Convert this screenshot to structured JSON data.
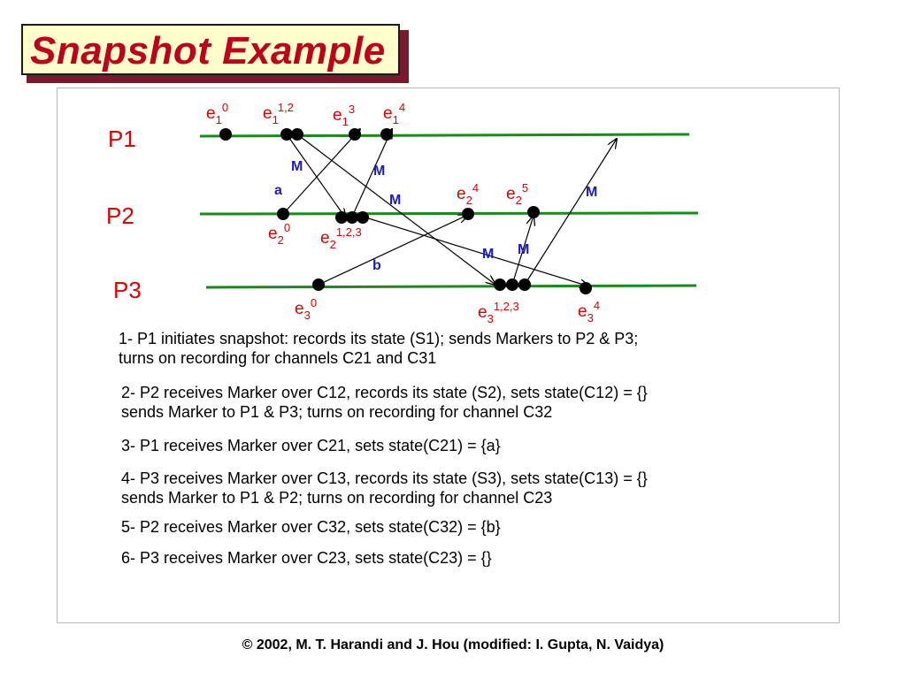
{
  "title": "Snapshot  Example",
  "processes": [
    "P1",
    "P2",
    "P3"
  ],
  "events": {
    "e1_0": {
      "base": "e",
      "sub": "1",
      "sup": "0"
    },
    "e1_12": {
      "base": "e",
      "sub": "1",
      "sup": "1,2"
    },
    "e1_3": {
      "base": "e",
      "sub": "1",
      "sup": "3"
    },
    "e1_4": {
      "base": "e",
      "sub": "1",
      "sup": "4"
    },
    "e2_0": {
      "base": "e",
      "sub": "2",
      "sup": "0"
    },
    "e2_123": {
      "base": "e",
      "sub": "2",
      "sup": "1,2,3"
    },
    "e2_4": {
      "base": "e",
      "sub": "2",
      "sup": "4"
    },
    "e2_5": {
      "base": "e",
      "sub": "2",
      "sup": "5"
    },
    "e3_0": {
      "base": "e",
      "sub": "3",
      "sup": "0"
    },
    "e3_123": {
      "base": "e",
      "sub": "3",
      "sup": "1,2,3"
    },
    "e3_4": {
      "base": "e",
      "sub": "3",
      "sup": "4"
    }
  },
  "message_labels": {
    "marker": "M",
    "a": "a",
    "b": "b"
  },
  "steps": [
    {
      "line1": "1- P1 initiates snapshot: records its state (S1); sends Markers to P2 & P3;",
      "line2": "turns on recording for channels C21 and C31"
    },
    {
      "line1": "2- P2 receives Marker over C12, records its state (S2), sets state(C12) = {}",
      "line2": "sends Marker to P1 & P3; turns on recording for channel C32"
    },
    {
      "line1": "3- P1 receives Marker over C21, sets state(C21) = {a}",
      "line2": ""
    },
    {
      "line1": "4- P3 receives Marker over C13, records its state (S3), sets state(C13) = {}",
      "line2": "sends Marker to P1 & P2; turns on recording for channel C23"
    },
    {
      "line1": "5- P2 receives Marker over C32, sets state(C32) = {b}",
      "line2": ""
    },
    {
      "line1": "6- P3 receives Marker over C23, sets state(C23) = {}",
      "line2": ""
    }
  ],
  "footer": "© 2002, M. T. Harandi and J. Hou (modified: I. Gupta, N. Vaidya)",
  "colors": {
    "title": "#c0001a",
    "title_bg": "#ffffcc",
    "title_shadow": "#7a1a2e",
    "process_label": "#e00000",
    "event_label": "#e00000",
    "marker_label": "#1a1acc",
    "timeline": "#1a8a1a"
  }
}
